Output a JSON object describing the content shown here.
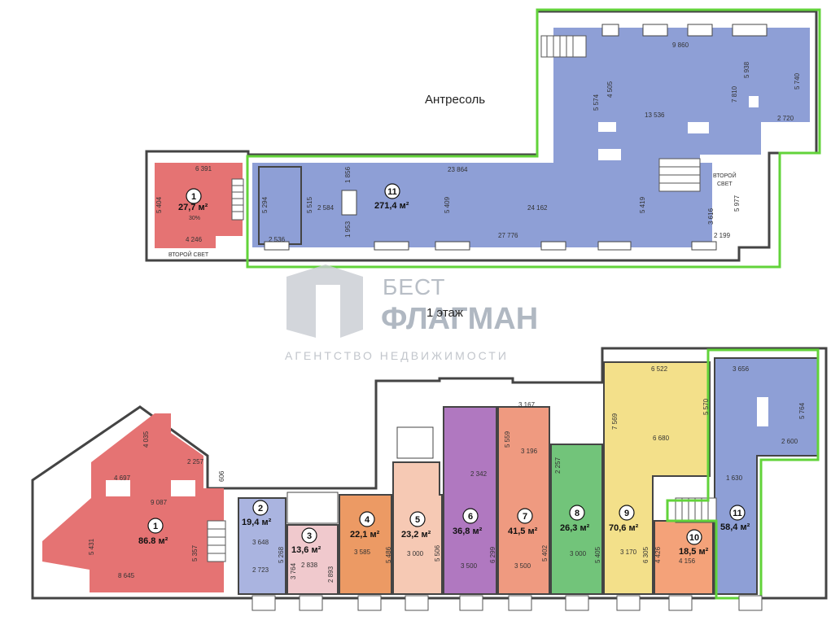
{
  "labels": {
    "mezzanine": "Антресоль",
    "first_floor": "1 этаж",
    "second_light_left": "ВТОРОЙ СВЕТ",
    "second_light_right_1": "ВТОРОЙ",
    "second_light_right_2": "СВЕТ"
  },
  "watermark": {
    "line1": "БЕСТ",
    "line2": "ФЛАГМАН",
    "line3": "АГЕНТСТВО НЕДВИЖИМОСТИ"
  },
  "mezzanine_rooms": [
    {
      "number": "1",
      "area": "27,7 м²",
      "note": "30%",
      "color": "#e57373"
    },
    {
      "number": "11",
      "area": "271,4 м²",
      "color": "#8e9fd6"
    }
  ],
  "first_floor_rooms": [
    {
      "number": "1",
      "area": "86.8 м²",
      "color": "#e57373"
    },
    {
      "number": "2",
      "area": "19,4 м²",
      "color": "#aab4e0"
    },
    {
      "number": "3",
      "area": "13,6 м²",
      "color": "#f0c9cd"
    },
    {
      "number": "4",
      "area": "22,1 м²",
      "color": "#ec9a64"
    },
    {
      "number": "5",
      "area": "23,2 м²",
      "color": "#f6c9b4"
    },
    {
      "number": "6",
      "area": "36,8 м²",
      "color": "#b078c0"
    },
    {
      "number": "7",
      "area": "41,5 м²",
      "color": "#ef9a80"
    },
    {
      "number": "8",
      "area": "26,3 м²",
      "color": "#72c47a"
    },
    {
      "number": "9",
      "area": "70,6 м²",
      "color": "#f3e08a"
    },
    {
      "number": "10",
      "area": "18,5 м²",
      "color": "#f4a279"
    },
    {
      "number": "11",
      "area": "58,4 м²",
      "color": "#8e9fd6"
    }
  ],
  "dimensions": {
    "m_6391": "6 391",
    "m_5404": "5 404",
    "m_4246": "4 246",
    "m_5294": "5 294",
    "m_5515": "5 515",
    "m_2584": "2 584",
    "m_2536": "2 536",
    "m_1856": "1 856",
    "m_1953": "1 953",
    "m_23864": "23 864",
    "m_5409": "5 409",
    "m_24162": "24 162",
    "m_27776": "27 776",
    "m_5419": "5 419",
    "m_3616": "3 616",
    "m_2199": "2 199",
    "m_5977": "5 977",
    "m_9860": "9 860",
    "m_5574": "5 574",
    "m_4505": "4 505",
    "m_13536": "13 536",
    "m_5938": "5 938",
    "m_7810": "7 810",
    "m_5740": "5 740",
    "m_2720": "2 720",
    "f_4035": "4 035",
    "f_4697": "4 697",
    "f_2257": "2 257",
    "f_606": "606",
    "f_9087": "9 087",
    "f_5431": "5 431",
    "f_5357": "5 357",
    "f_8645": "8 645",
    "f_3648": "3 648",
    "f_5268": "5 268",
    "f_2723": "2 723",
    "f_3764": "3 764",
    "f_2838": "2 838",
    "f_2893": "2 893",
    "f_3585": "3 585",
    "f_5486": "5 486",
    "f_3000a": "3 000",
    "f_5506": "5 506",
    "f_2342": "2 342",
    "f_3500a": "3 500",
    "f_6299": "6 299",
    "f_3167": "3 167",
    "f_5559": "5 559",
    "f_3196": "3 196",
    "f_3500b": "3 500",
    "f_5402": "5 402",
    "f_2257b": "2 257",
    "f_3000b": "3 000",
    "f_5405": "5 405",
    "f_6522": "6 522",
    "f_7569": "7 569",
    "f_6680": "6 680",
    "f_5570": "5 570",
    "f_3170": "3 170",
    "f_6305": "6 305",
    "f_4426": "4 426",
    "f_4156": "4 156",
    "f_3656": "3 656",
    "f_5764": "5 764",
    "f_2600": "2 600",
    "f_1630": "1 630"
  },
  "colors": {
    "highlight_green": "#62d33a",
    "wall": "#444444"
  }
}
